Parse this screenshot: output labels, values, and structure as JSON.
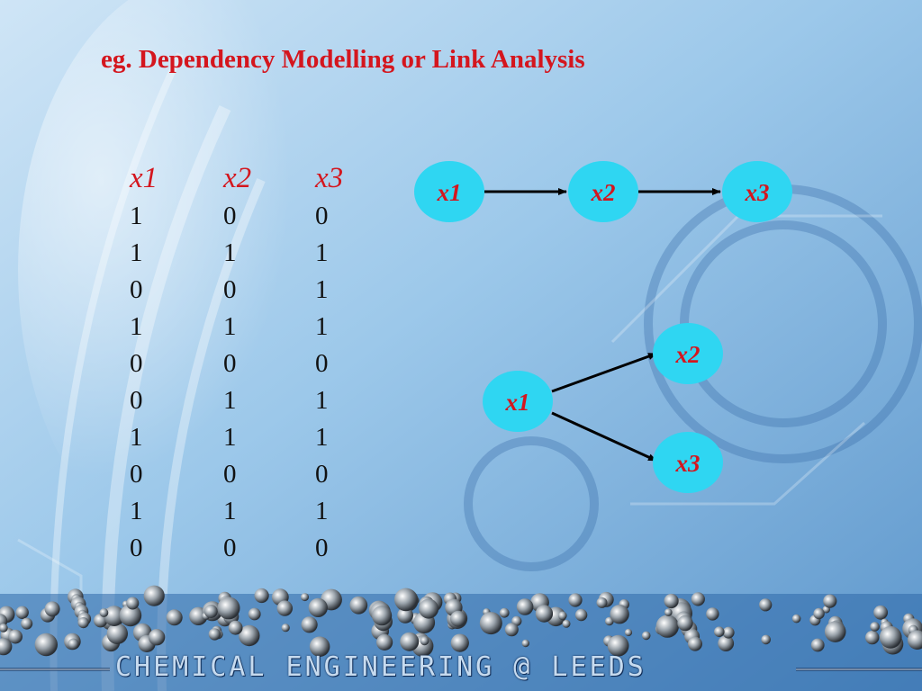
{
  "title": "eg.  Dependency Modelling or Link Analysis",
  "table": {
    "headers": [
      "x1",
      "x2",
      "x3"
    ],
    "rows": [
      [
        "1",
        "0",
        "0"
      ],
      [
        "1",
        "1",
        "1"
      ],
      [
        "0",
        "0",
        "1"
      ],
      [
        "1",
        "1",
        "1"
      ],
      [
        "0",
        "0",
        "0"
      ],
      [
        "0",
        "1",
        "1"
      ],
      [
        "1",
        "1",
        "1"
      ],
      [
        "0",
        "0",
        "0"
      ],
      [
        "1",
        "1",
        "1"
      ],
      [
        "0",
        "0",
        "0"
      ]
    ]
  },
  "diagram_top": {
    "nodes": [
      "x1",
      "x2",
      "x3"
    ],
    "edges": [
      [
        "x1",
        "x2"
      ],
      [
        "x2",
        "x3"
      ]
    ]
  },
  "diagram_bottom": {
    "nodes": [
      "x1",
      "x2",
      "x3"
    ],
    "edges": [
      [
        "x1",
        "x2"
      ],
      [
        "x1",
        "x3"
      ]
    ]
  },
  "footer": "CHEMICAL ENGINEERING @ LEEDS",
  "colors": {
    "title": "#d4161e",
    "node_fill": "#2fd6f2",
    "background": "#8fbfe6"
  }
}
